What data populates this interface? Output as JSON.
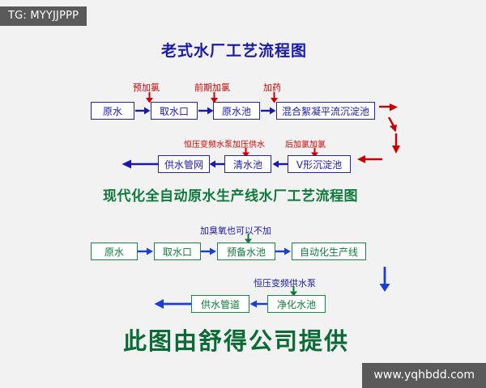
{
  "tag": {
    "label": "TG: MYYJJPPP"
  },
  "watermark": {
    "label": "www.yqhbdd.com"
  },
  "titles": {
    "old_plant": "老式水厂工艺流程图",
    "modern_plant": "现代化全自动原水生产线水厂工艺流程图",
    "credit": "此图由舒得公司提供"
  },
  "diagram_old": {
    "boxes": [
      {
        "id": "raw-water",
        "label": "原水"
      },
      {
        "id": "intake",
        "label": "取水口"
      },
      {
        "id": "raw-water-pool",
        "label": "原水池"
      },
      {
        "id": "coagulation-sedimentation",
        "label": "混合絮凝平流沉淀池"
      },
      {
        "id": "v-shape-sedimentation",
        "label": "V形沉淀池"
      },
      {
        "id": "clear-water-pool",
        "label": "清水池"
      },
      {
        "id": "supply-network",
        "label": "供水管网"
      }
    ],
    "notes": [
      {
        "id": "pre-chlorination-1",
        "label": "预加氯"
      },
      {
        "id": "pre-chlorination-2",
        "label": "前期加氯"
      },
      {
        "id": "dosing",
        "label": "加药"
      },
      {
        "id": "post-chlorination",
        "label": "后加氯加氯"
      },
      {
        "id": "constant-pressure-pump",
        "label": "恒压变频水泵加压供水"
      }
    ]
  },
  "diagram_modern": {
    "boxes": [
      {
        "id": "raw-water",
        "label": "原水"
      },
      {
        "id": "intake",
        "label": "取水口"
      },
      {
        "id": "prepare-pool",
        "label": "预备水池"
      },
      {
        "id": "auto-line",
        "label": "自动化生产线"
      },
      {
        "id": "purified-pool",
        "label": "净化水池"
      },
      {
        "id": "supply-pipeline",
        "label": "供水管道"
      }
    ],
    "notes": [
      {
        "id": "ozone-optional",
        "label": "加臭氧也可以不加"
      },
      {
        "id": "constant-pressure-supply",
        "label": "恒压变频供水泵"
      }
    ]
  },
  "colors": {
    "blue": "#1a1aa8",
    "green": "#0e7a3c",
    "red": "#cc0000",
    "background": "#f2f2f2",
    "tag_bg": "#5a5a5a"
  }
}
